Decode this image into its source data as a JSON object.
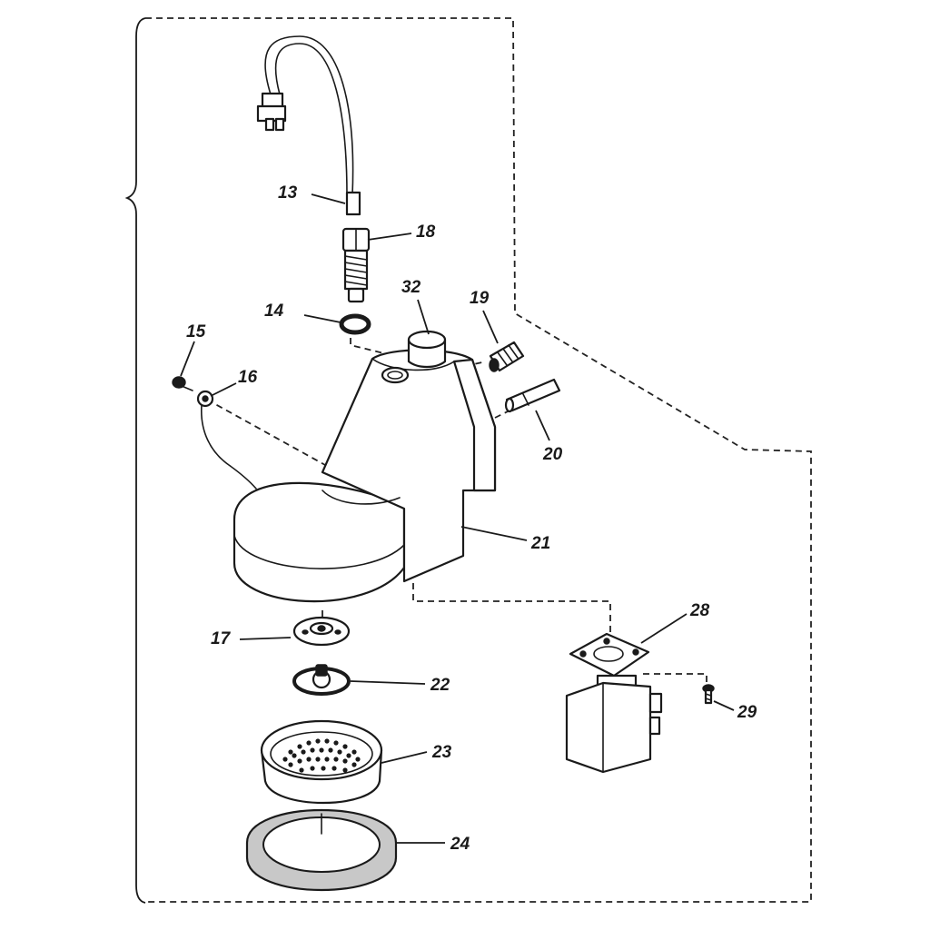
{
  "callouts": {
    "p13": "13",
    "p14": "14",
    "p15": "15",
    "p16": "16",
    "p17": "17",
    "p18": "18",
    "p19": "19",
    "p20": "20",
    "p21": "21",
    "p22": "22",
    "p23": "23",
    "p24": "24",
    "p28": "28",
    "p29": "29",
    "p32": "32"
  }
}
